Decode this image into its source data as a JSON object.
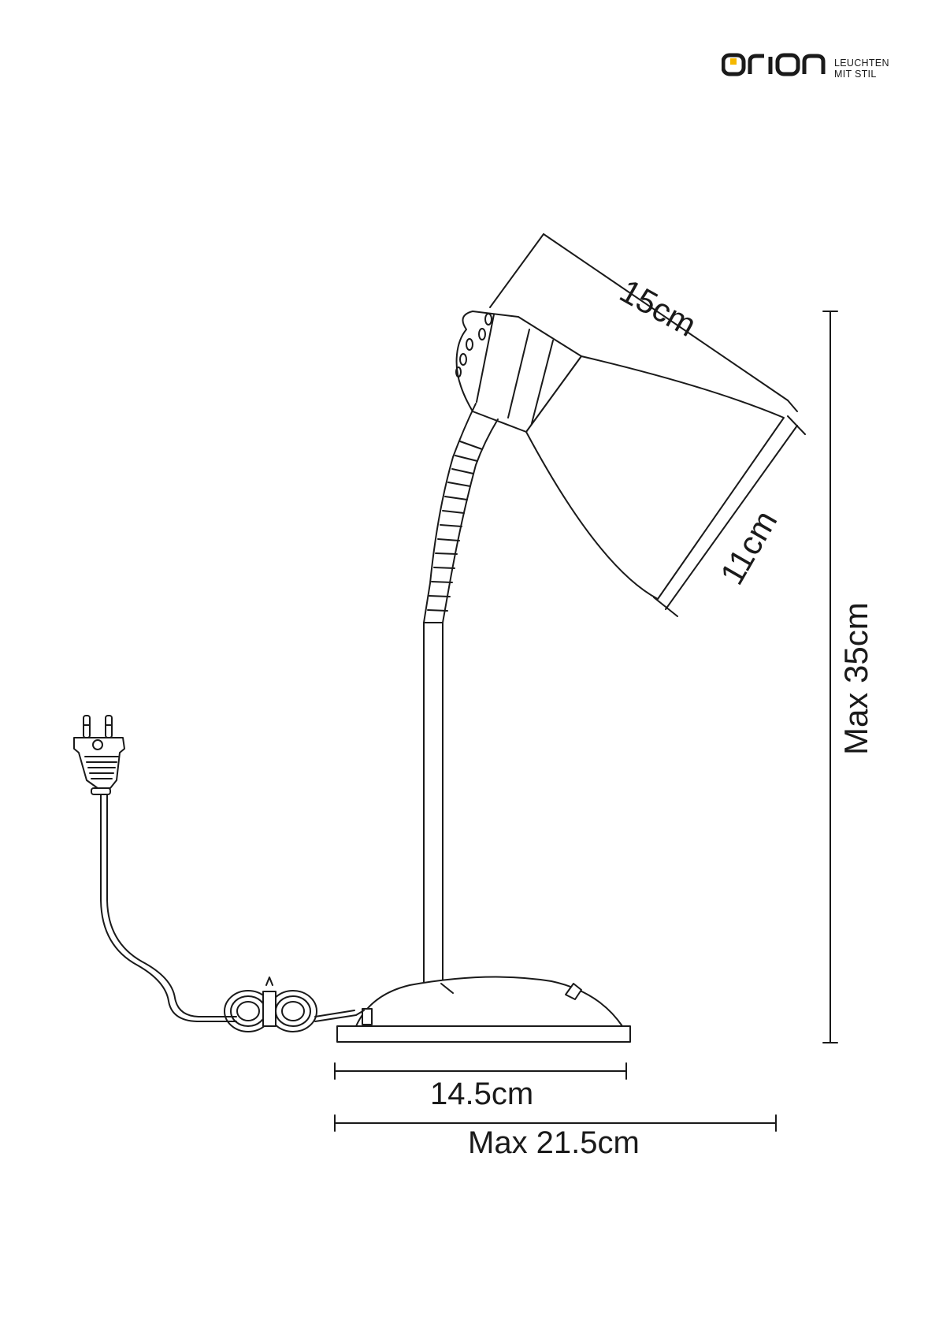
{
  "brand": {
    "logo_word": "orion",
    "tagline_line1": "LEUCHTEN",
    "tagline_line2": "MIT STIL",
    "accent_color": "#f5b800"
  },
  "dimensions": {
    "shade_length": "15cm",
    "shade_diameter": "11cm",
    "max_height": "Max 35cm",
    "base_width": "14.5cm",
    "max_width": "Max 21.5cm"
  }
}
